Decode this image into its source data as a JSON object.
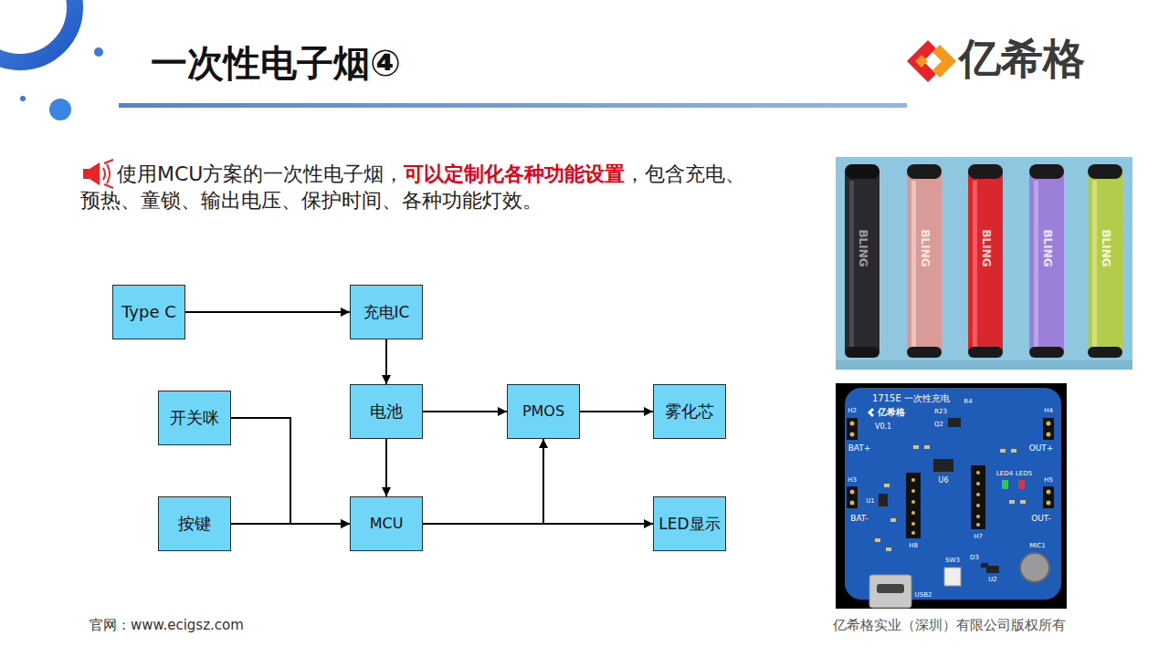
{
  "diagram": {
    "title": "一次性电子烟④",
    "nodes": [
      {
        "text": [
          "Type C"
        ]
      },
      {
        "text": [
          "充电IC"
        ]
      },
      {
        "text": [
          "开关咪"
        ]
      },
      {
        "text": [
          "电池"
        ]
      },
      {
        "text": [
          "PMOS"
        ]
      },
      {
        "text": [
          "雾化芯"
        ]
      },
      {
        "text": [
          "按键"
        ]
      },
      {
        "text": [
          "MCU"
        ]
      },
      {
        "text": [
          "LED显示"
        ]
      }
    ],
    "edges": [
      {
        "from": 0,
        "to": 1,
        "arrow": "to"
      },
      {
        "from": 1,
        "to": 3,
        "arrow": "to"
      },
      {
        "from": 3,
        "to": 4,
        "arrow": "to"
      },
      {
        "from": 4,
        "to": 5,
        "arrow": "to"
      },
      {
        "from": 3,
        "to": 7,
        "arrow": "to"
      },
      {
        "from": 2,
        "to": 7,
        "arrow": "to"
      },
      {
        "from": 6,
        "to": 7,
        "arrow": "to"
      },
      {
        "from": 7,
        "to": 8,
        "arrow": "to"
      },
      {
        "from": 7,
        "to": 4,
        "arrow": "to"
      }
    ],
    "labels": [
      "亿希格",
      "使用MCU方案的一次性电子烟，",
      "可以定制化各种功能设置",
      "，包含充电、预热、童锁、输出电压、保护时间、各种功能灯效。",
      "官网：www.ecigsz.com",
      "亿希格实业（深圳）有限公司版权所有",
      "BLING",
      "BLING",
      "BLING",
      "BLING",
      "BLING",
      "1715E 一次性充电",
      "亿希格",
      "V0.1",
      "H2",
      "BAT+",
      "H3",
      "BAT-",
      "H4",
      "OUT+",
      "H5",
      "OUT-",
      "U6",
      "U1",
      "U2",
      "H7",
      "H8",
      "SW3",
      "D3",
      "MIC1",
      "USB2",
      "R23",
      "R4",
      "Q2",
      "LED4",
      "LED5"
    ]
  }
}
